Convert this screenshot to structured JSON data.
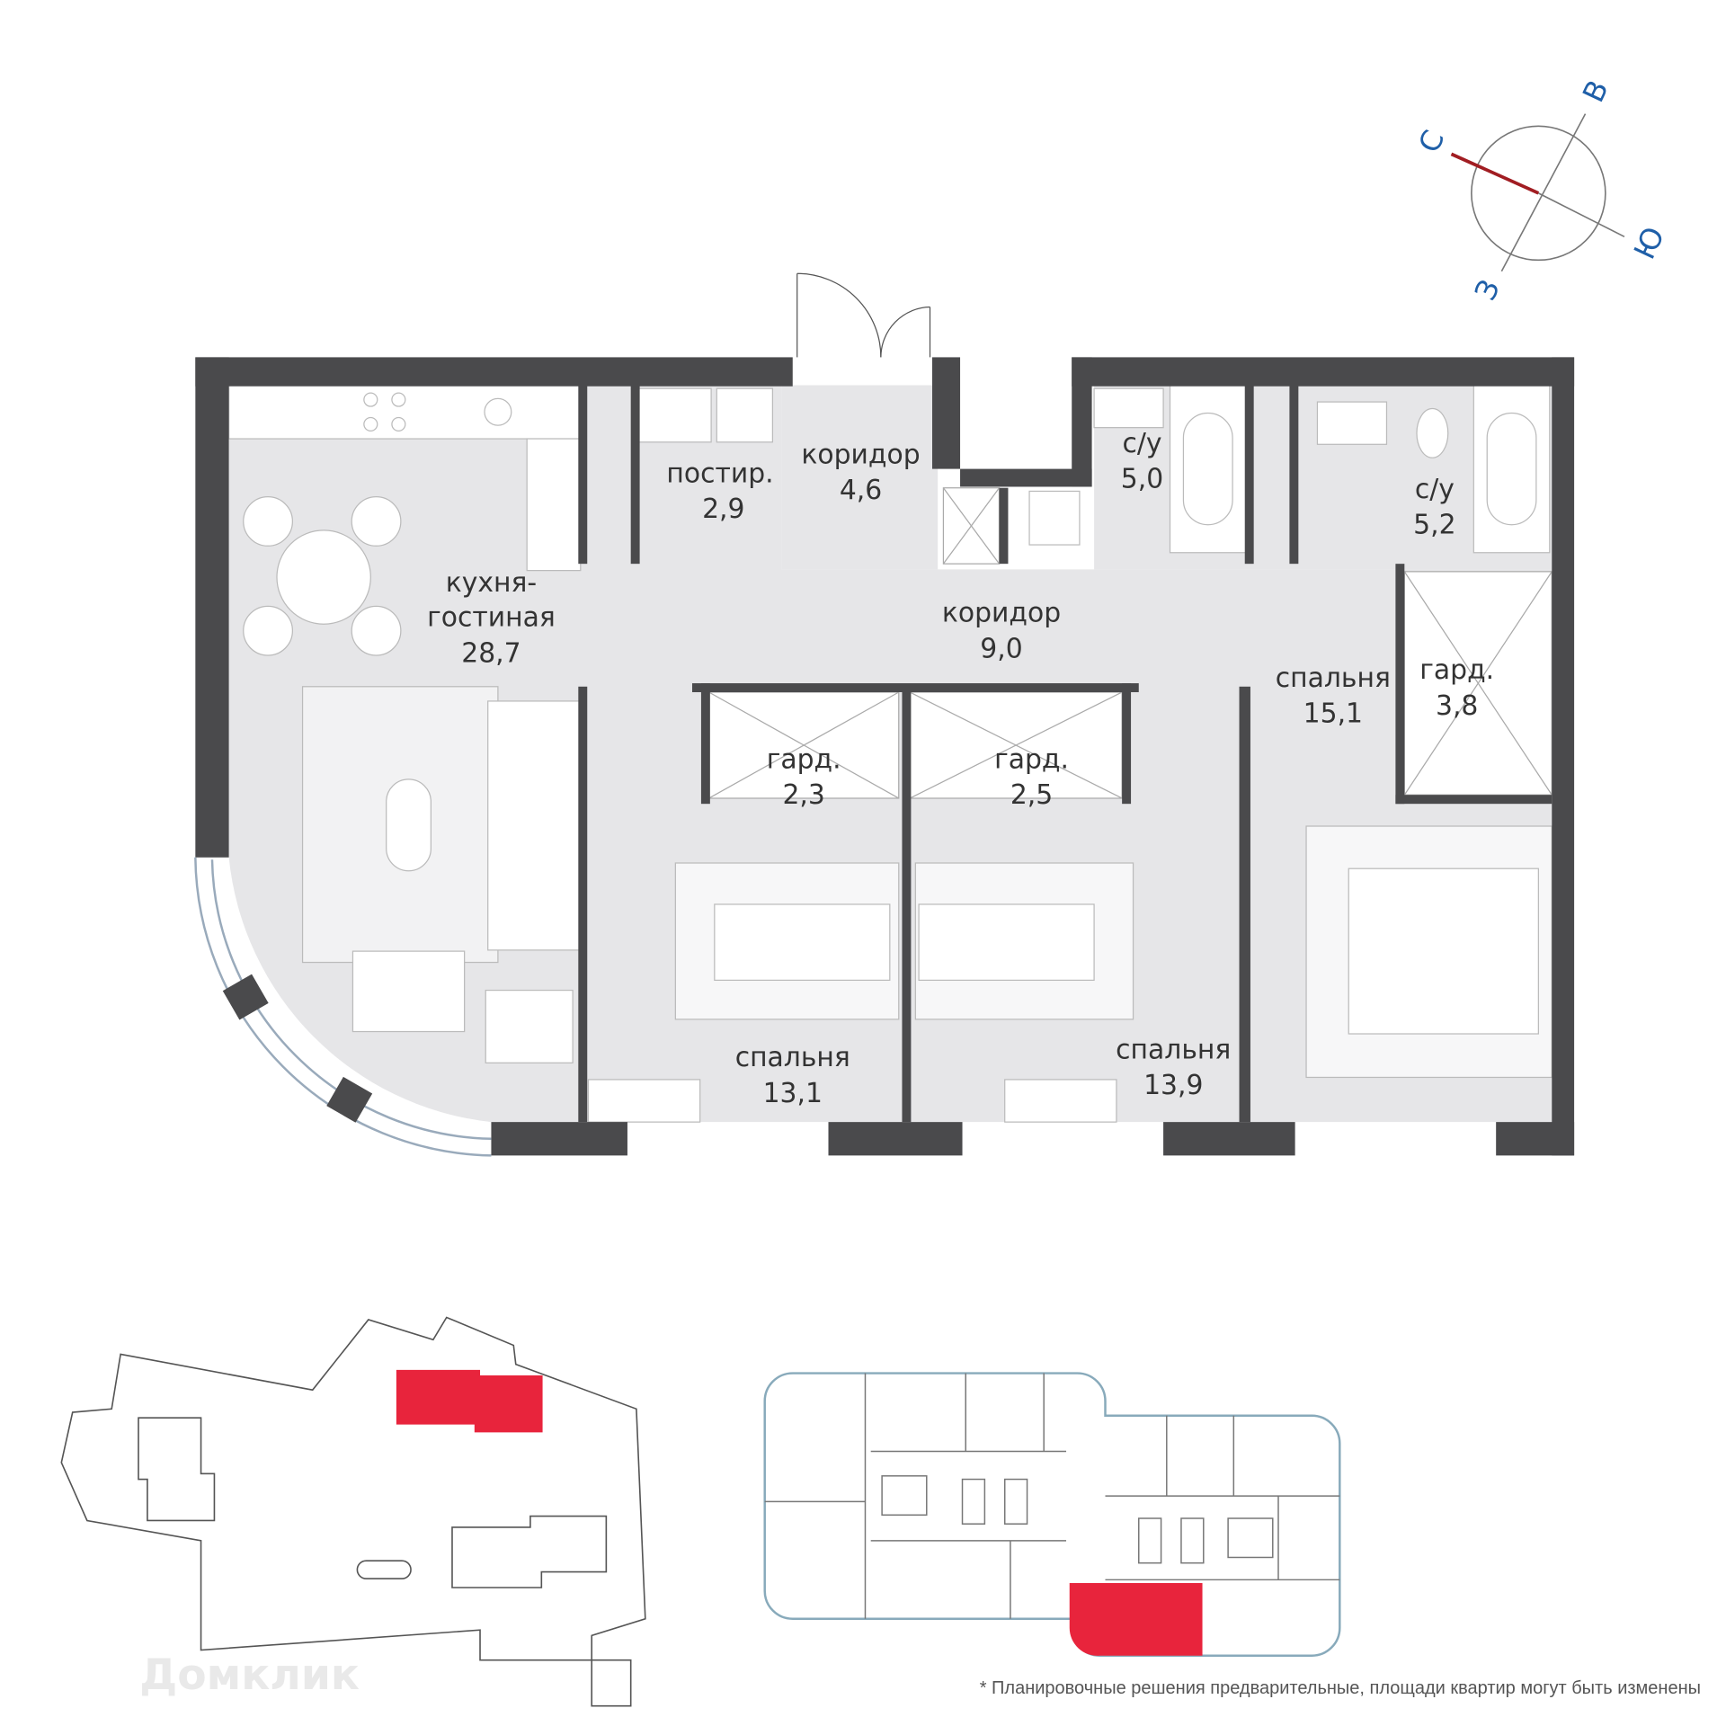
{
  "compass": {
    "north": "С",
    "east": "В",
    "south": "Ю",
    "west": "З",
    "north_color": "#a11d22",
    "label_color": "#1f5fa8"
  },
  "rooms": [
    {
      "name": "кухня-\nгостиная",
      "line1": "кухня-",
      "line2": "гостиная",
      "area": "28,7"
    },
    {
      "name": "постир.",
      "area": "2,9"
    },
    {
      "name": "коридор",
      "area": "4,6"
    },
    {
      "name": "с/у",
      "area": "5,0"
    },
    {
      "name": "с/у",
      "area": "5,2"
    },
    {
      "name": "коридор",
      "area": "9,0"
    },
    {
      "name": "спальня",
      "area": "15,1"
    },
    {
      "name": "гард.",
      "area": "3,8"
    },
    {
      "name": "гард.",
      "area": "2,3"
    },
    {
      "name": "гард.",
      "area": "2,5"
    },
    {
      "name": "спальня",
      "area": "13,1"
    },
    {
      "name": "спальня",
      "area": "13,9"
    }
  ],
  "highlight_color": "#e8243c",
  "watermark": "Домклик",
  "footnote": "* Планировочные решения предварительные, площади квартир могут быть изменены"
}
